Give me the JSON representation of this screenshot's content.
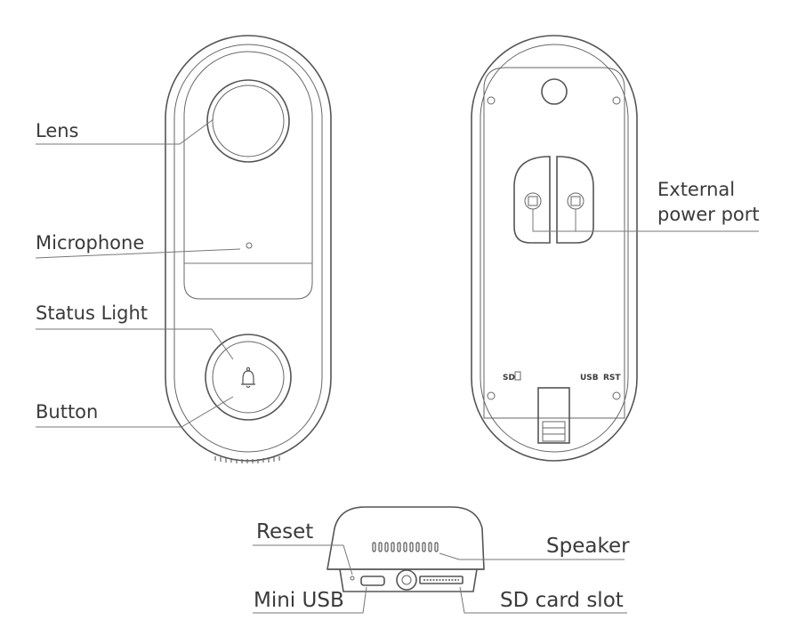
{
  "front_labels": {
    "lens": "Lens",
    "microphone": "Microphone",
    "status_light": "Status Light",
    "button": "Button"
  },
  "back_labels": {
    "external_power_port_line1": "External",
    "external_power_port_line2": "power port",
    "sd_marking": "SD",
    "usb_marking": "USB",
    "rst_marking": "RST"
  },
  "bottom_labels": {
    "reset": "Reset",
    "speaker": "Speaker",
    "mini_usb": "Mini USB",
    "sd_card_slot": "SD card slot"
  },
  "icons": [
    "bell-icon",
    "sd-card-icon"
  ]
}
